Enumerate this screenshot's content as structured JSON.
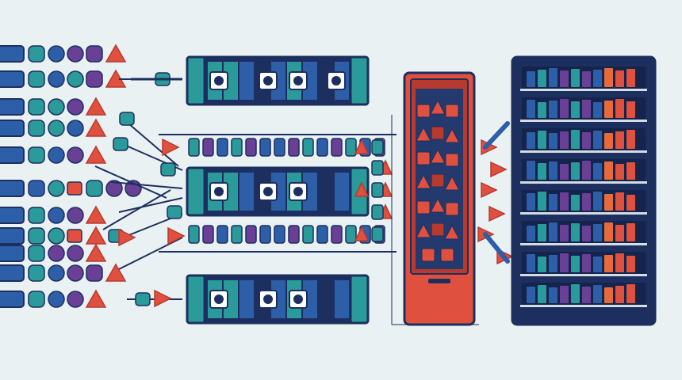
{
  "palette": {
    "background": "#e9f1f3",
    "navy": "#1d2f5e",
    "blue": "#2d5ea8",
    "teal": "#2a9a9a",
    "purple": "#6a3f96",
    "red": "#e0503f",
    "dark_red": "#b83a2f",
    "orange": "#e86a3a",
    "line": "#1d2f5e"
  },
  "icons": {
    "streams": "data-stream-icon",
    "filter_modules": "filter-module-icon",
    "processor": "processor-unit-icon",
    "shelf": "storage-shelf-icon"
  },
  "streams": [
    [
      "blue",
      "teal",
      "blue",
      "purple",
      "purple",
      "red-triangle"
    ],
    [
      "blue",
      "teal",
      "blue",
      "teal",
      "purple",
      "red-triangle"
    ],
    [
      "blue",
      "teal",
      "teal",
      "purple",
      "red-triangle"
    ],
    [
      "blue",
      "teal",
      "teal",
      "blue",
      "red-triangle"
    ],
    [
      "blue",
      "teal",
      "blue",
      "purple",
      "red-triangle"
    ],
    [
      "blue",
      "blue",
      "teal",
      "red",
      "teal",
      "purple",
      "purple"
    ],
    [
      "blue",
      "teal",
      "blue",
      "purple",
      "red-triangle"
    ],
    [
      "blue",
      "teal",
      "teal",
      "red",
      "red-triangle"
    ],
    [
      "blue",
      "teal",
      "purple",
      "purple",
      "red-triangle"
    ],
    [
      "blue",
      "teal",
      "blue",
      "purple",
      "purple",
      "red-triangle"
    ],
    [
      "blue",
      "teal",
      "blue",
      "purple",
      "red-triangle"
    ]
  ],
  "module_rows": 3,
  "shelf_rows": 8
}
